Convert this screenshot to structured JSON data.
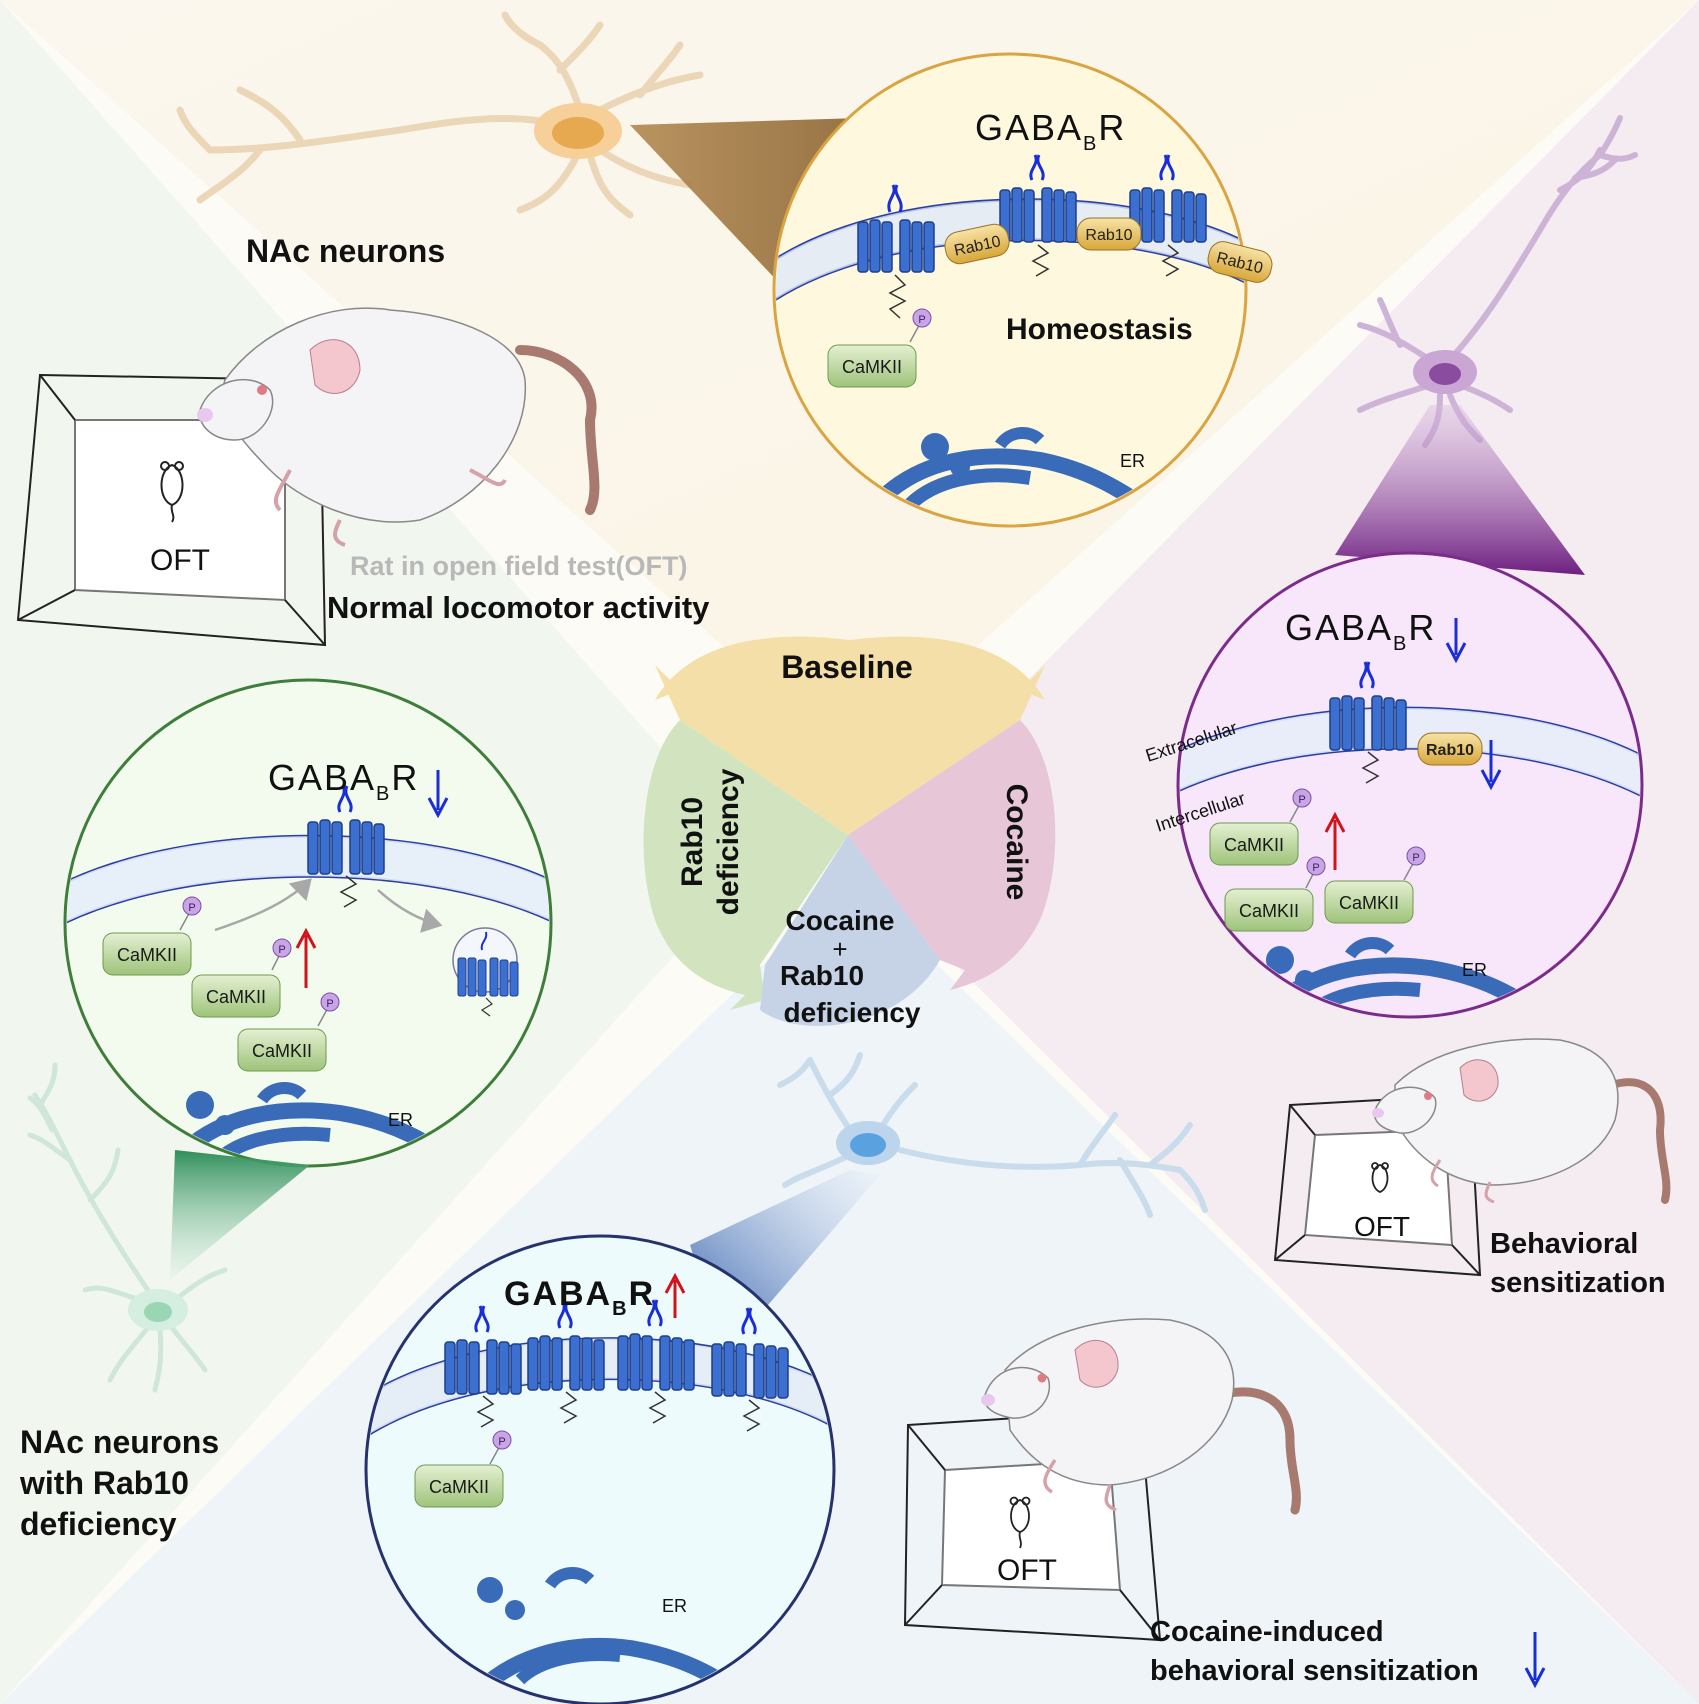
{
  "baseline": {
    "neuron_label": "NAc neurons",
    "rat_caption": "Rat in open field test(OFT)",
    "behavior": "Normal locomotor activity",
    "oft": "OFT",
    "receptor": "GABA",
    "receptor_sub": "B",
    "receptor_suffix": "R",
    "rab10": "Rab10",
    "camkii": "CaMKII",
    "phospho": "P",
    "state": "Homeostasis",
    "er": "ER"
  },
  "center": {
    "baseline": "Baseline",
    "rab10_line1": "Rab10",
    "rab10_line2": "deficiency",
    "cocaine": "Cocaine",
    "combo_line1": "Cocaine",
    "combo_line2": "+",
    "combo_line3": "Rab10",
    "combo_line4": "deficiency"
  },
  "cocaine": {
    "receptor": "GABA",
    "receptor_sub": "B",
    "receptor_suffix": "R",
    "extracellular": "Extracelular",
    "intercellular": "Intercellular",
    "rab10": "Rab10",
    "camkii": "CaMKII",
    "phospho": "P",
    "er": "ER",
    "oft": "OFT",
    "behavior_line1": "Behavioral",
    "behavior_line2": "sensitization"
  },
  "rab10": {
    "receptor": "GABA",
    "receptor_sub": "B",
    "receptor_suffix": "R",
    "camkii": "CaMKII",
    "phospho": "P",
    "er": "ER",
    "neuron_line1": "NAc neurons",
    "neuron_line2": "with Rab10",
    "neuron_line3": "deficiency"
  },
  "combo": {
    "receptor": "GABA",
    "receptor_sub": "B",
    "receptor_suffix": "R",
    "camkii": "CaMKII",
    "phospho": "P",
    "er": "ER",
    "oft": "OFT",
    "behavior_line1": "Cocaine-induced",
    "behavior_line2": "behavioral sensitization"
  },
  "colors": {
    "receptor_blue": "#3b6fd0",
    "rab10_gold": "#e6b94a",
    "camkii_green": "#a9cf83",
    "baseline_ring": "#d9a441",
    "cocaine_ring": "#7b2c8a",
    "rab10_ring": "#3f7d3a",
    "combo_ring": "#25326e",
    "up_arrow": "#d0141b",
    "down_arrow": "#1a2ed8"
  }
}
